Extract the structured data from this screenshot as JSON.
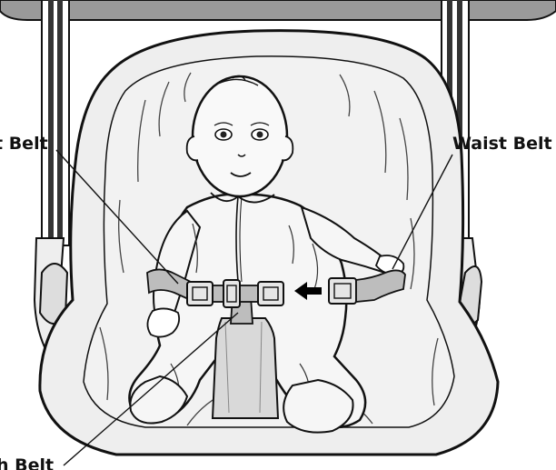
{
  "labels": {
    "left_waist_belt": "t Belt",
    "right_waist_belt": "Waist Belt",
    "crotch_belt": "h Belt"
  },
  "colors": {
    "seat_fill": "#eeeeee",
    "belt_fill": "#bdbdbd",
    "outline": "#111111",
    "frame_band": "#9a9a9a",
    "arrow": "#000000"
  },
  "icons": {
    "direction_arrow": "arrow-left-icon"
  }
}
